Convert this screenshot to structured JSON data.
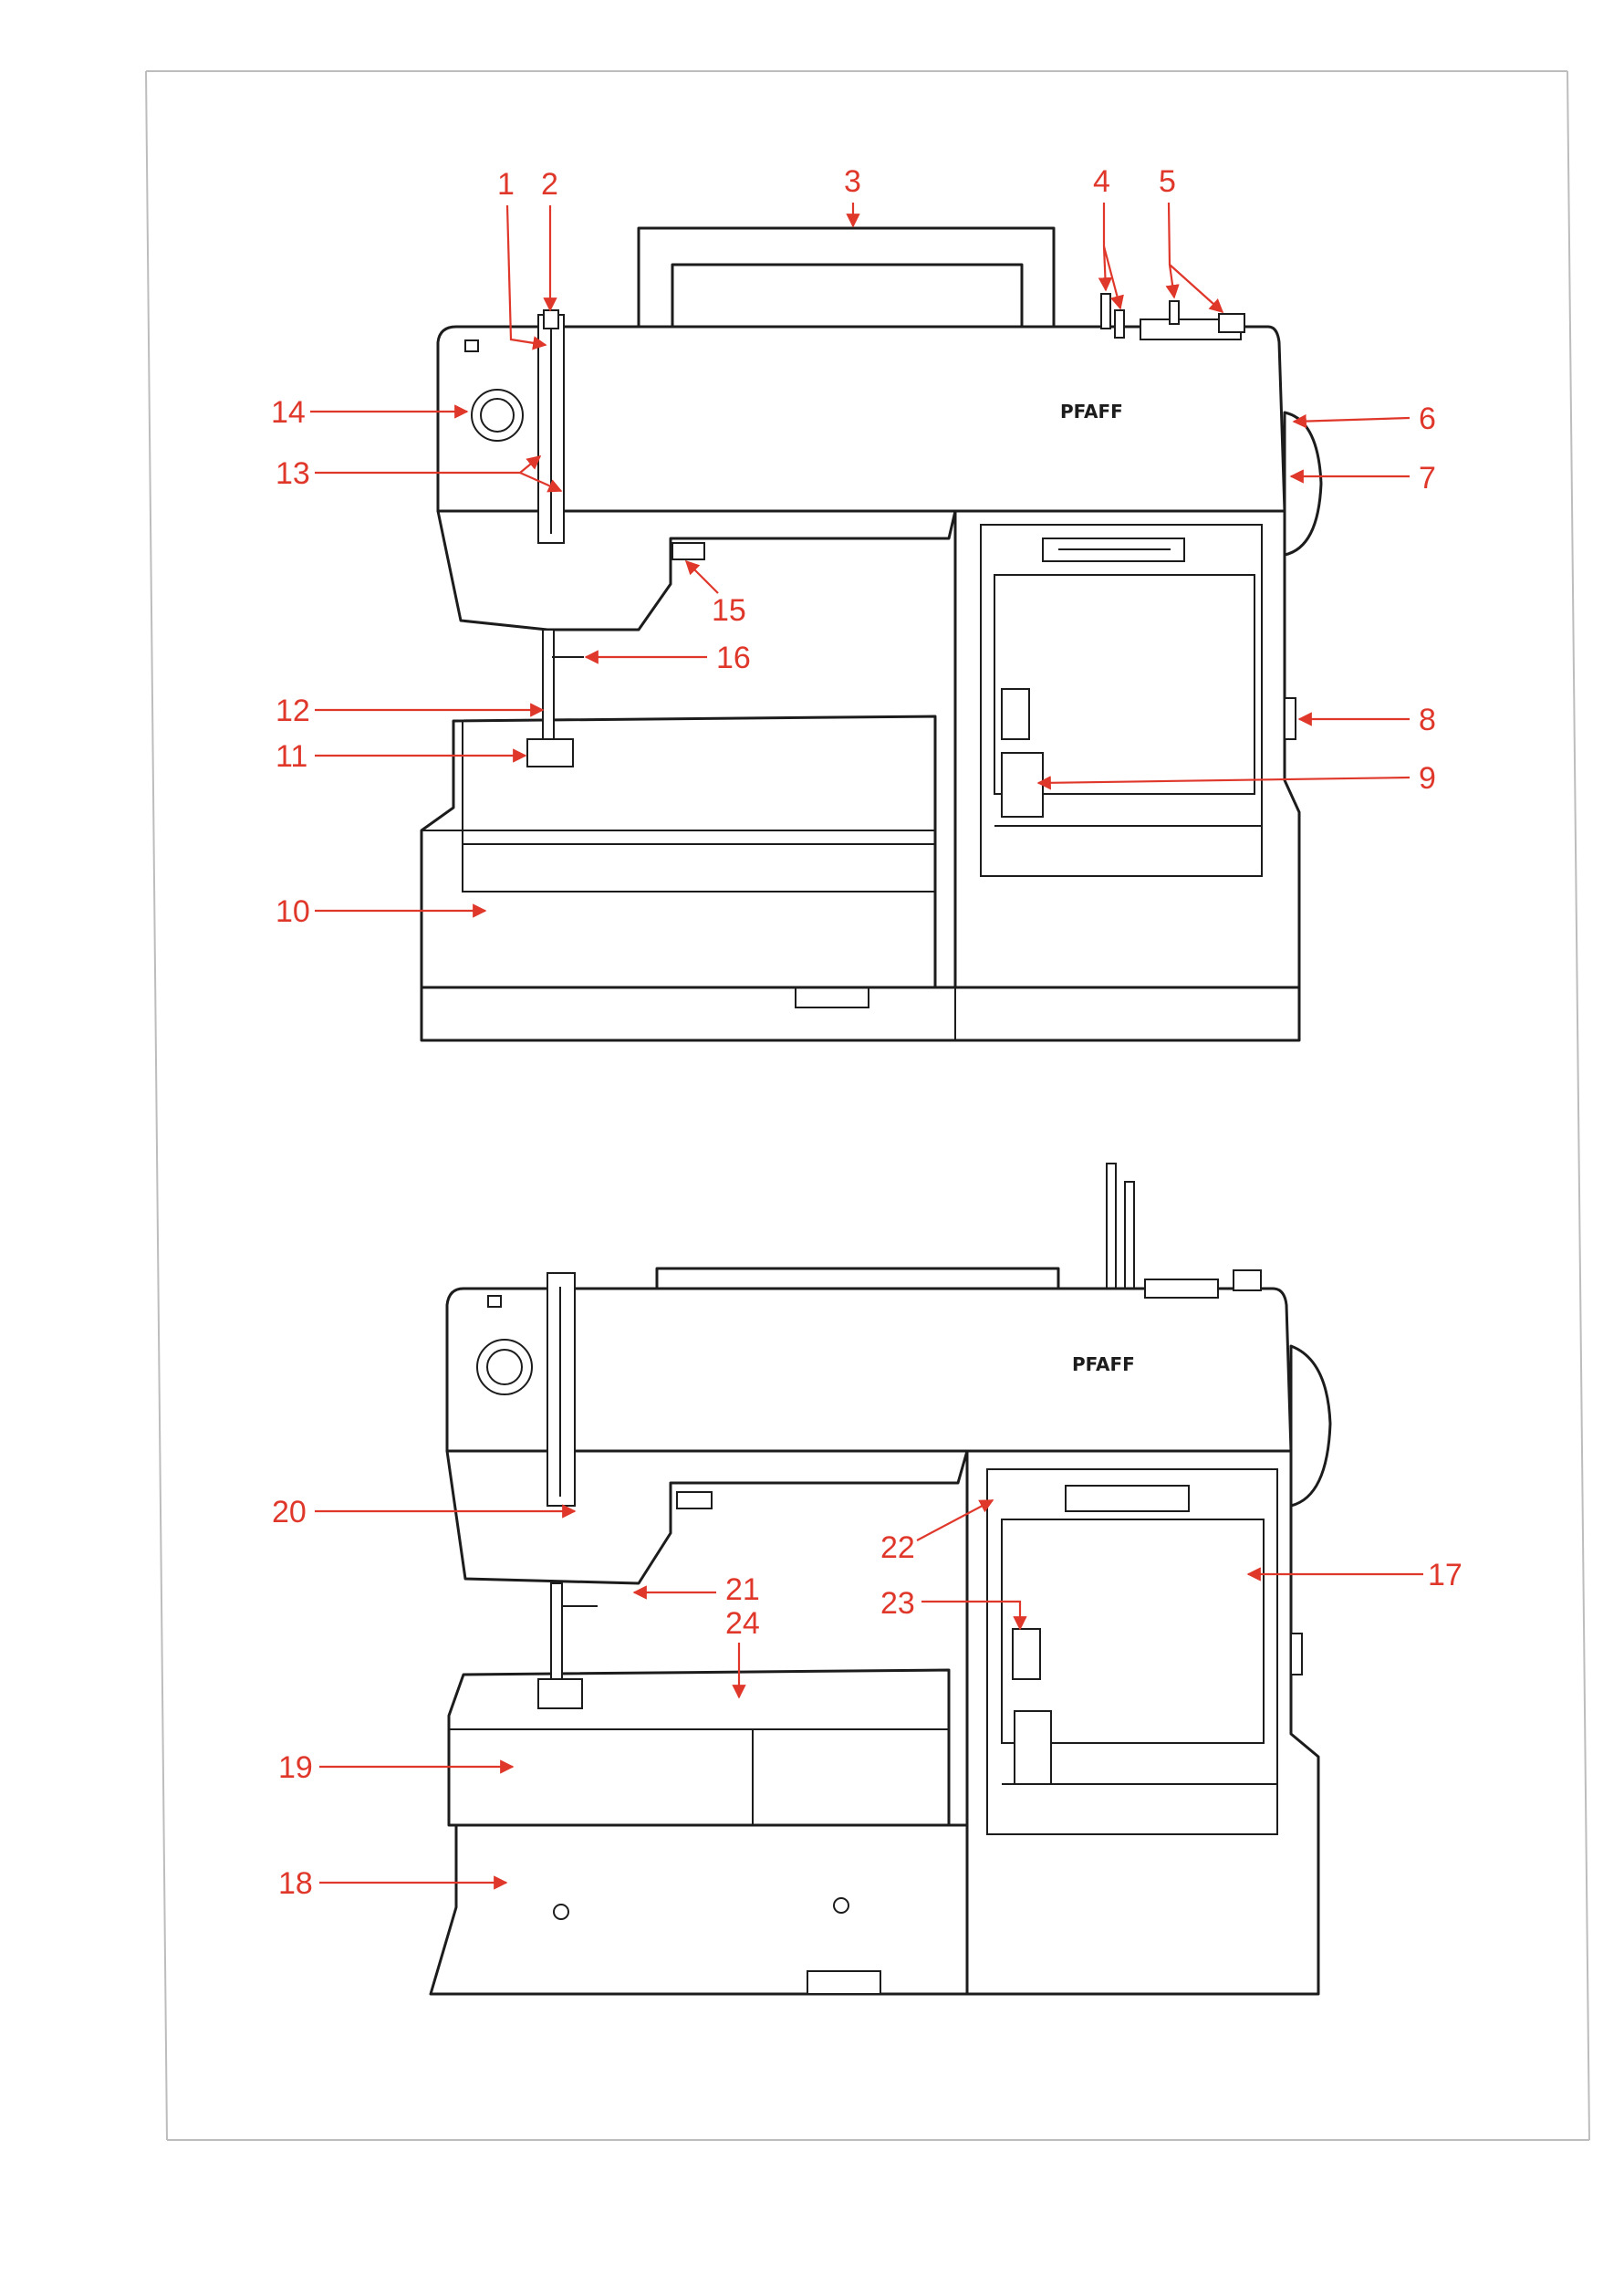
{
  "colors": {
    "callout": "#e0372b",
    "line_art": "#1c1c1c",
    "frame": "#bdbdbd",
    "background": "#ffffff"
  },
  "upper_view": {
    "brand": "PFAFF",
    "callouts": [
      "1",
      "2",
      "3",
      "4",
      "5",
      "6",
      "7",
      "8",
      "9",
      "10",
      "11",
      "12",
      "13",
      "14",
      "15",
      "16"
    ]
  },
  "lower_view": {
    "brand": "PFAFF",
    "callouts": [
      "17",
      "18",
      "19",
      "20",
      "21",
      "22",
      "23",
      "24"
    ]
  }
}
